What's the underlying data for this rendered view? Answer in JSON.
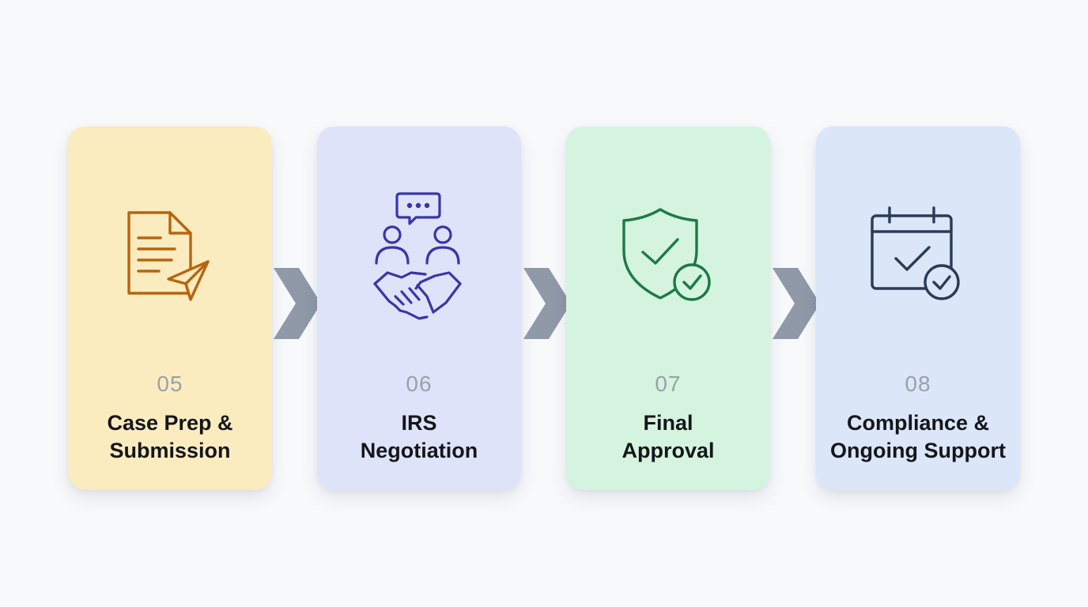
{
  "colors": {
    "background": "#f8f9fb",
    "chevron": "#8f99a8",
    "step_number": "#9aa1ab",
    "title_text": "#14161a"
  },
  "steps": [
    {
      "number": "05",
      "title_line1": "Case Prep &",
      "title_line2": "Submission",
      "icon": "document-send-icon",
      "card_color": "#fbecc0",
      "icon_color": "#b8640f"
    },
    {
      "number": "06",
      "title_line1": "IRS",
      "title_line2": "Negotiation",
      "icon": "people-handshake-chat-icon",
      "card_color": "#dfe3fa",
      "icon_color": "#3a35a8"
    },
    {
      "number": "07",
      "title_line1": "Final",
      "title_line2": "Approval",
      "icon": "shield-check-icon",
      "card_color": "#d4f4e0",
      "icon_color": "#1d7a45"
    },
    {
      "number": "08",
      "title_line1": "Compliance &",
      "title_line2": "Ongoing Support",
      "icon": "calendar-check-icon",
      "card_color": "#dbe6f9",
      "icon_color": "#2a3b55"
    }
  ]
}
